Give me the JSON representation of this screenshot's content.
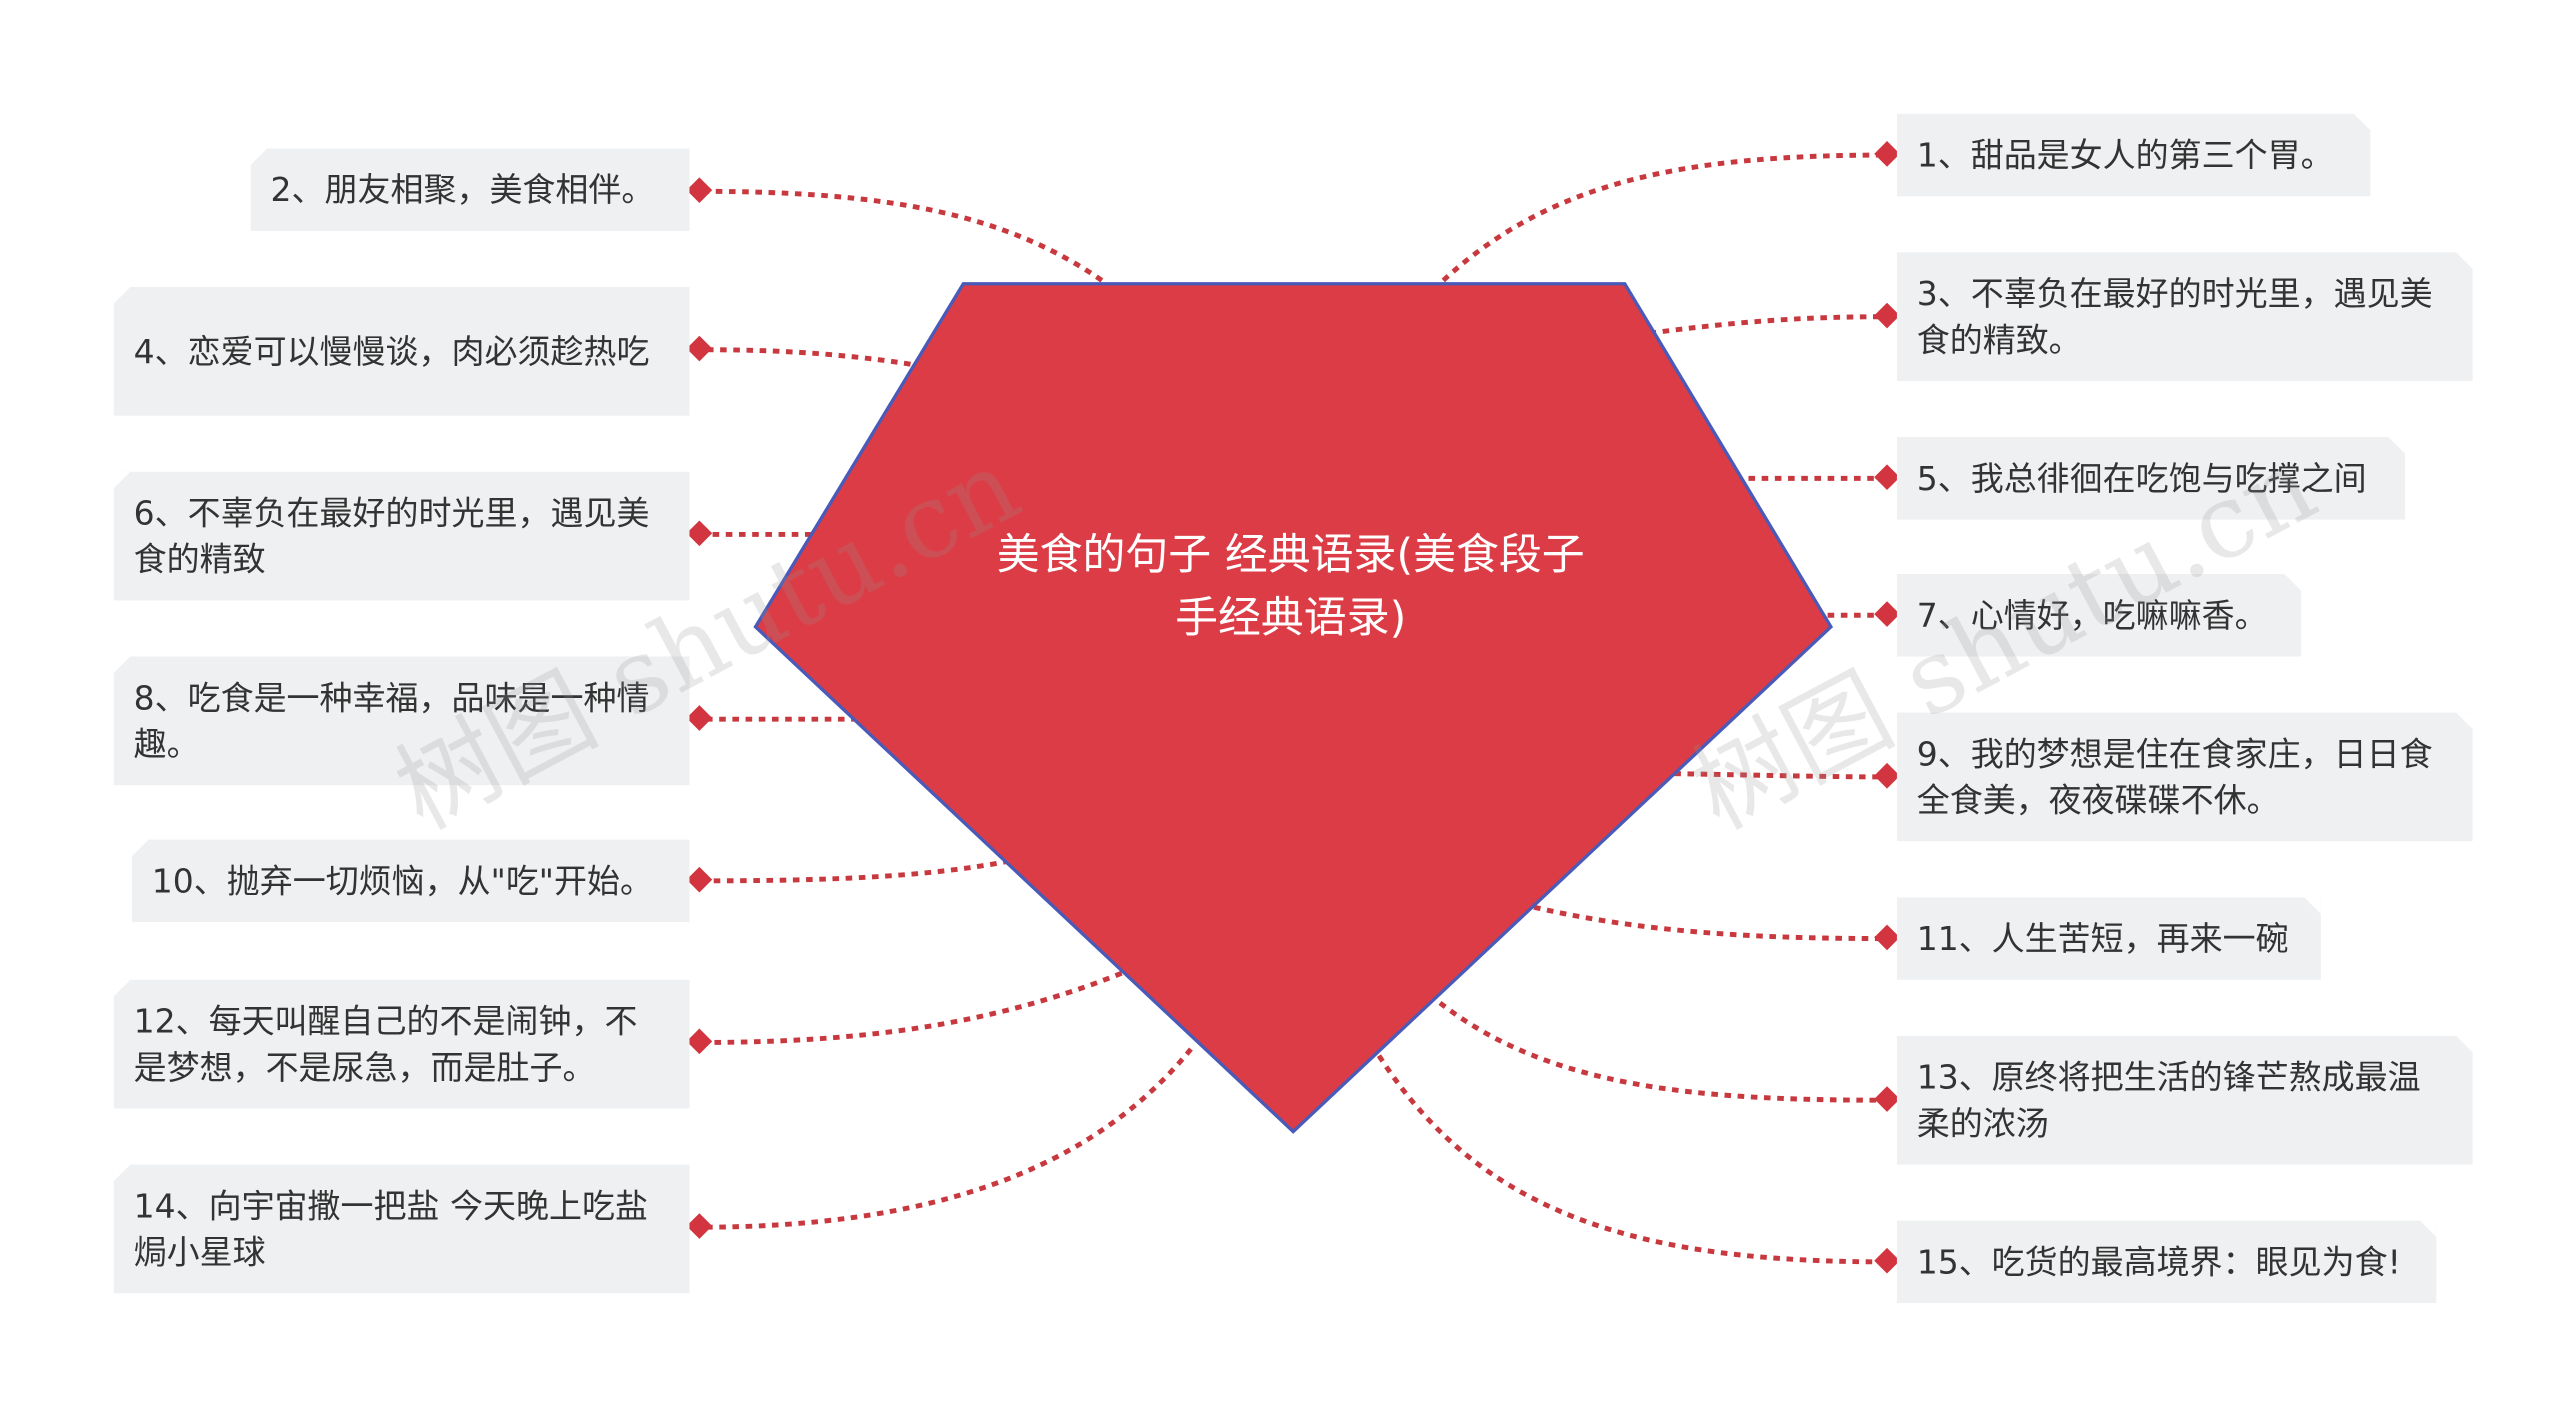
{
  "center": {
    "title": "美食的句子 经典语录(美食段子手经典语录)"
  },
  "colors": {
    "center_fill": "#dc3c45",
    "center_border": "#4a5ab8",
    "link": "#c8393f",
    "node_bg": "#eef0f2"
  },
  "left_nodes": [
    "2、朋友相聚，美食相伴。",
    "4、恋爱可以慢慢谈，肉必须趁热吃",
    "6、不辜负在最好的时光里，遇见美食的精致",
    "8、吃食是一种幸福，品味是一种情趣。",
    "10、抛弃一切烦恼，从\"吃\"开始。",
    "12、每天叫醒自己的不是闹钟，不是梦想，不是尿急，而是肚子。",
    "14、向宇宙撒一把盐 今天晚上吃盐焗小星球"
  ],
  "right_nodes": [
    "1、甜品是女人的第三个胃。",
    "3、不辜负在最好的时光里，遇见美食的精致。",
    "5、我总徘徊在吃饱与吃撑之间",
    "7、心情好，吃嘛嘛香。",
    "9、我的梦想是住在食家庄，日日食全食美，夜夜碟碟不休。",
    "11、人生苦短，再来一碗",
    "13、原终将把生活的锋芒熬成最温柔的浓汤",
    "15、吃货的最高境界：眼见为食!"
  ],
  "watermark": "树图 shutu.cn"
}
